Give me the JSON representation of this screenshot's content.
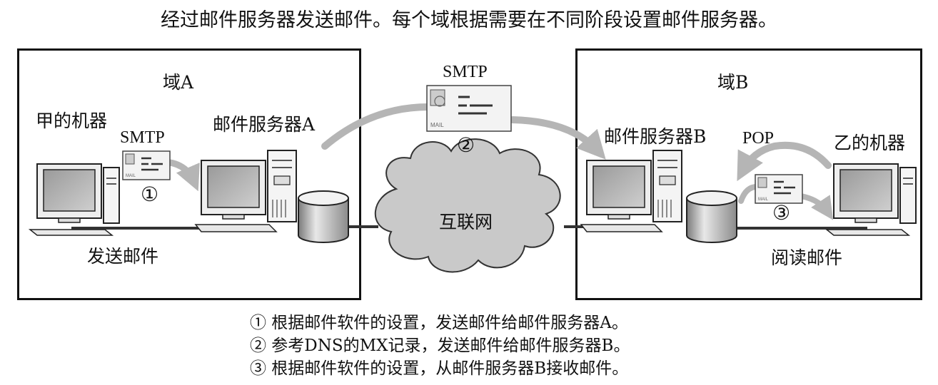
{
  "caption": "经过邮件服务器发送邮件。每个域根据需要在不同阶段设置邮件服务器。",
  "domain_a": {
    "title": "域A",
    "machine_label": "甲的机器",
    "server_label": "邮件服务器A",
    "protocol": "SMTP",
    "step": "①",
    "action": "发送邮件"
  },
  "domain_b": {
    "title": "域B",
    "machine_label": "乙的机器",
    "server_label": "邮件服务器B",
    "protocol": "POP",
    "step": "③",
    "action": "阅读邮件"
  },
  "internet": {
    "label": "互联网",
    "protocol": "SMTP",
    "step": "②"
  },
  "envelope_text": "MAIL",
  "legend": [
    "① 根据邮件软件的设置，发送邮件给邮件服务器A。",
    "② 参考DNS的MX记录，发送邮件给邮件服务器B。",
    "③ 根据邮件软件的设置，从邮件服务器B接收邮件。"
  ]
}
